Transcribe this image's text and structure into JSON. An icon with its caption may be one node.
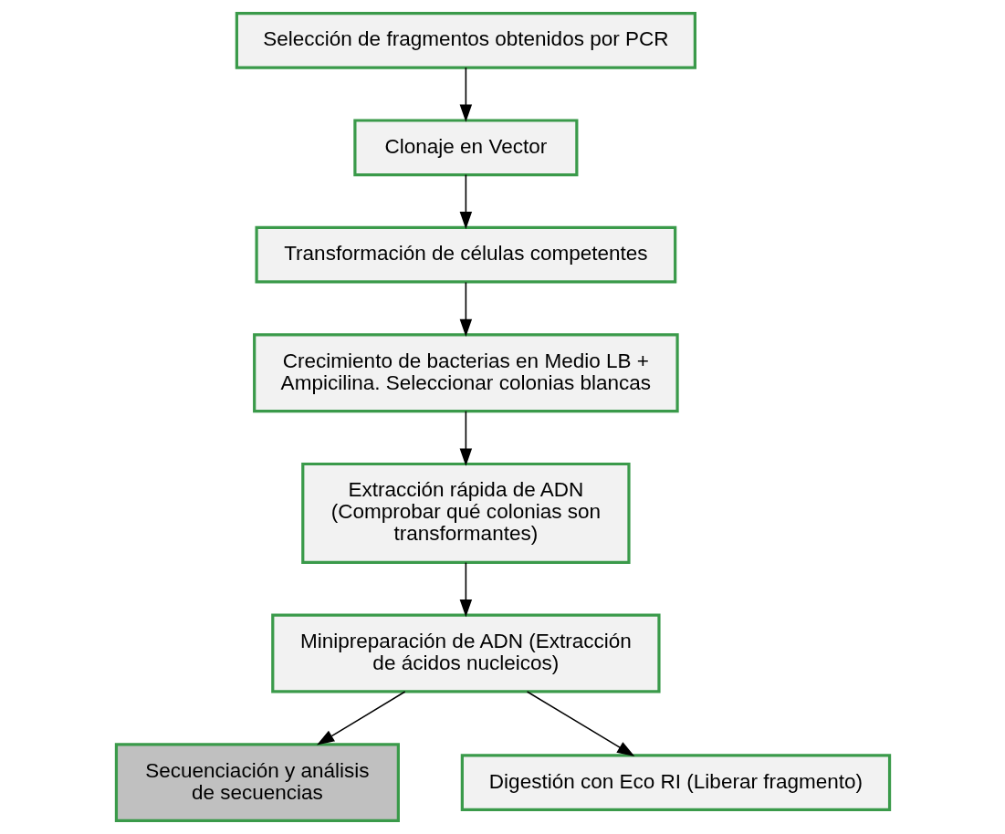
{
  "diagram": {
    "nodes": [
      {
        "text": [
          "Selección de fragmentos obtenidos por PCR"
        ]
      },
      {
        "text": [
          "Clonaje en Vector"
        ]
      },
      {
        "text": [
          "Transformación de células competentes"
        ]
      },
      {
        "text": [
          "Crecimiento de bacterias en Medio LB + Ampicilina. Seleccionar colonias blancas"
        ]
      },
      {
        "text": [
          "Extracción rápida de ADN (Comprobar qué colonias son transformantes)"
        ]
      },
      {
        "text": [
          "Minipreparación de ADN (Extracción de ácidos nucleicos)"
        ]
      },
      {
        "text": [
          "Secuenciación y análisis de secuencias"
        ]
      },
      {
        "text": [
          "Digestión con Eco RI (Liberar fragmento)"
        ]
      }
    ],
    "edges": [
      {
        "from": 0,
        "to": 1,
        "arrow": "to"
      },
      {
        "from": 1,
        "to": 2,
        "arrow": "to"
      },
      {
        "from": 2,
        "to": 3,
        "arrow": "to"
      },
      {
        "from": 3,
        "to": 4,
        "arrow": "to"
      },
      {
        "from": 4,
        "to": 5,
        "arrow": "to"
      },
      {
        "from": 5,
        "to": 6,
        "arrow": "to"
      },
      {
        "from": 5,
        "to": 7,
        "arrow": "to"
      }
    ]
  }
}
